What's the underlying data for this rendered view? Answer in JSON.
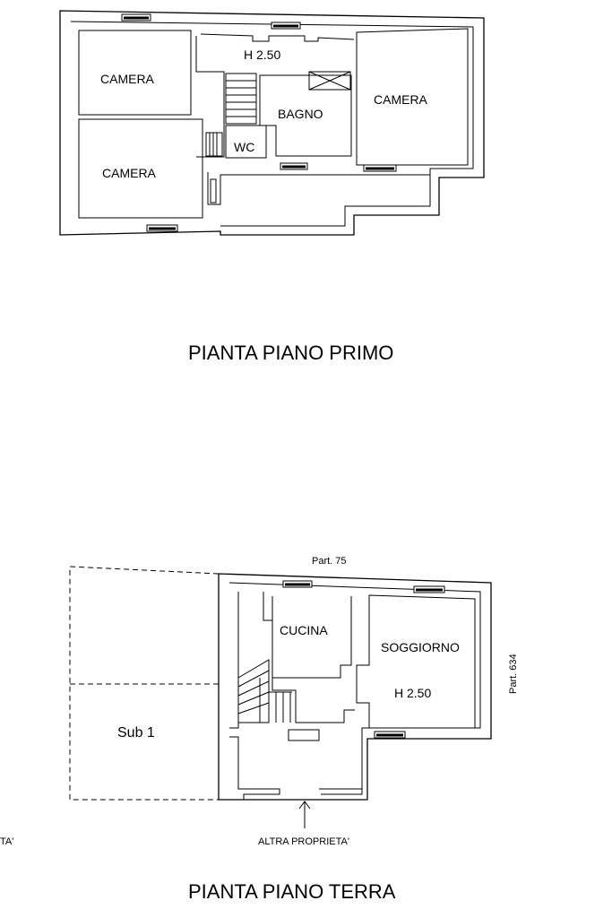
{
  "upper_floor": {
    "title": "PIANTA PIANO PRIMO",
    "rooms": {
      "camera_top_left": "CAMERA",
      "camera_bottom_left": "CAMERA",
      "camera_right": "CAMERA",
      "hall_height": "H 2.50",
      "bagno": "BAGNO",
      "wc": "WC"
    }
  },
  "ground_floor": {
    "title": "PIANTA PIANO TERRA",
    "rooms": {
      "cucina": "CUCINA",
      "soggiorno": "SOGGIORNO",
      "height": "H 2.50",
      "sub1": "Sub 1"
    },
    "labels": {
      "part_75": "Part. 75",
      "part_634": "Part. 634",
      "altra_proprieta": "ALTRA PROPRIETA'",
      "altra_proprieta_left": "TA'"
    }
  }
}
